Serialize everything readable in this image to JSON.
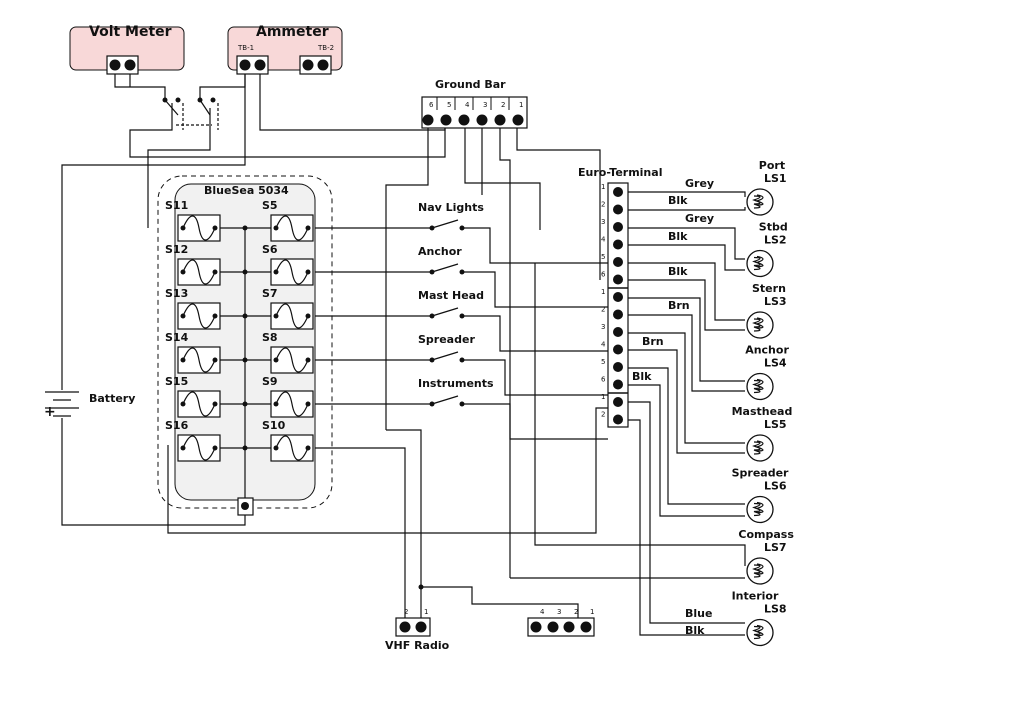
{
  "meters": {
    "volt": "Volt Meter",
    "ammeter": "Ammeter",
    "tb1": "TB-1",
    "tb2": "TB-2"
  },
  "ground_bar": {
    "title": "Ground Bar",
    "pins": [
      "6",
      "5",
      "4",
      "3",
      "2",
      "1"
    ]
  },
  "euro_terminal": {
    "title": "Euro-Terminal",
    "pins": [
      "1",
      "2",
      "3",
      "4",
      "5",
      "6",
      "1",
      "2",
      "3",
      "4",
      "5",
      "6",
      "1",
      "2"
    ]
  },
  "panel": {
    "title": "BlueSea 5034",
    "left": [
      "S11",
      "S12",
      "S13",
      "S14",
      "S15",
      "S16"
    ],
    "right": [
      "S5",
      "S6",
      "S7",
      "S8",
      "S9",
      "S10"
    ]
  },
  "switches": [
    "Nav Lights",
    "Anchor",
    "Mast Head",
    "Spreader",
    "Instruments"
  ],
  "battery": {
    "label": "Battery",
    "plus": "+"
  },
  "wires": [
    "Grey",
    "Blk",
    "Grey",
    "Blk",
    "Blk",
    "Brn",
    "Brn",
    "Blk",
    "Blue",
    "Blk"
  ],
  "lights": [
    {
      "name": "Port",
      "id": "LS1"
    },
    {
      "name": "Stbd",
      "id": "LS2"
    },
    {
      "name": "Stern",
      "id": "LS3"
    },
    {
      "name": "Anchor",
      "id": "LS4"
    },
    {
      "name": "Masthead",
      "id": "LS5"
    },
    {
      "name": "Spreader",
      "id": "LS6"
    },
    {
      "name": "Compass",
      "id": "LS7"
    },
    {
      "name": "Interior",
      "id": "LS8"
    }
  ],
  "vhf": {
    "label": "VHF Radio",
    "pins": [
      "2",
      "1"
    ]
  },
  "inst_connector": {
    "pins": [
      "4",
      "3",
      "2",
      "1"
    ]
  },
  "colors": {
    "meter_fill": "#f8d8d8",
    "panel_fill": "#f1f1f1",
    "line": "#111111"
  }
}
